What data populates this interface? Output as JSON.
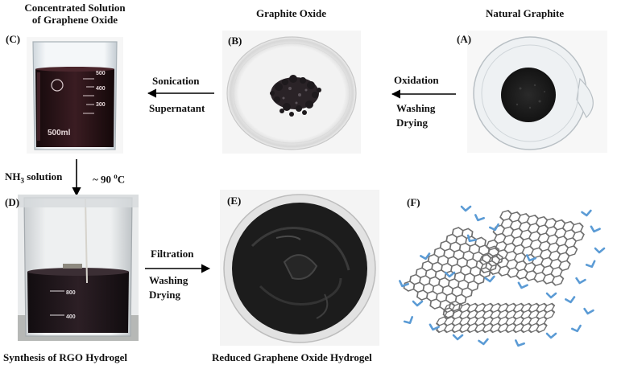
{
  "titles": {
    "concentrated_line1": "Concentrated Solution",
    "concentrated_line2": "of Graphene Oxide",
    "graphite_oxide": "Graphite Oxide",
    "natural_graphite": "Natural Graphite",
    "synthesis": "Synthesis of RGO Hydrogel",
    "reduced": "Reduced Graphene Oxide Hydrogel"
  },
  "panels": {
    "a": "(A)",
    "b": "(B)",
    "c": "(C)",
    "d": "(D)",
    "e": "(E)",
    "f": "(F)"
  },
  "steps": {
    "oxidation": "Oxidation",
    "washing_drying_1_a": "Washing",
    "washing_drying_1_b": "Drying",
    "sonication": "Sonication",
    "supernatant": "Supernatant",
    "nh3_prefix": "NH",
    "nh3_sub": "3",
    "nh3_suffix": " solution",
    "temp_prefix": "~ 90 ",
    "temp_sup": "o",
    "temp_suffix": "C",
    "filtration": "Filtration",
    "washing_drying_2_a": "Washing",
    "washing_drying_2_b": "Drying"
  },
  "beaker_markings": {
    "c_top": "500",
    "c_mid1": "400",
    "c_mid2": "300",
    "c_label": "500ml",
    "d_mark1": "800",
    "d_mark2": "400"
  },
  "colors": {
    "arrow": "#000000",
    "lattice": "#6f6f6f",
    "water_molecule": "#5b9bd5",
    "graphene_solution": "#2a1418",
    "hydrogel": "#1c1c1c"
  }
}
